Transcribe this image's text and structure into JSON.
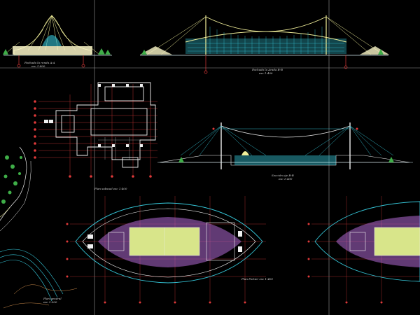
{
  "drawing": {
    "background": "#000000",
    "colors": {
      "roof": "#f2f09a",
      "roof_light": "#fbf7c8",
      "cable": "#35c6d8",
      "axis": "#e03a3a",
      "plan": "#f0f0f0",
      "court": "#d8e58a",
      "seats": "#b06ad4",
      "tree": "#3fae48",
      "frame": "#b8b8b8",
      "grid_num": "#d84a4a"
    }
  },
  "labels": {
    "elev_a": "Fachada la ronda A-A\nesc 1:400",
    "elev_b": "Fachada la Arada B-B\nesc 1:400",
    "section": "Sección eje B-B\nesc 1:400",
    "plan_ground": "Plan subsuel esc 1:400",
    "site_plan": "Plan general\nesc 1:500",
    "plan_main": "Plan Portier esc 1:400"
  },
  "icons": [
    "axis-bubble-icon",
    "tree-icon",
    "seat-icon"
  ]
}
